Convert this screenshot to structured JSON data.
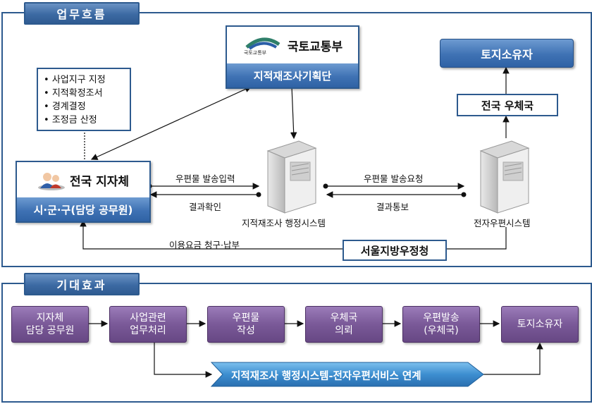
{
  "sections": {
    "workflow_title": "업무흐름",
    "effects_title": "기대효과"
  },
  "ministry": {
    "logo_caption": "국토교통부",
    "name": "국토교통부",
    "unit": "지적재조사기획단"
  },
  "owner_top": "토지소유자",
  "post_office": "전국 우체국",
  "municipality": {
    "name": "전국 지자체",
    "staff": "시·군·구(담당 공무원)"
  },
  "tasks": [
    "사업지구 지정",
    "지적확정조서",
    "경계결정",
    "조정금 산정"
  ],
  "systems": {
    "admin": "지적재조사 행정시스템",
    "epost": "전자우편시스템"
  },
  "flows": {
    "mail_input": "우편물 발송입력",
    "result_check": "결과확인",
    "send_request": "우편물 발송요청",
    "result_notice": "결과통보",
    "fee": "이용요금 청구·납부"
  },
  "regional_post": "서울지방우정청",
  "steps": [
    {
      "line1": "지자체",
      "line2": "담당 공무원"
    },
    {
      "line1": "사업관련",
      "line2": "업무처리"
    },
    {
      "line1": "우편물",
      "line2": "작성"
    },
    {
      "line1": "우체국",
      "line2": "의뢰"
    },
    {
      "line1": "우편발송",
      "line2": "(우체국)"
    },
    {
      "line1": "토지소유자",
      "line2": ""
    }
  ],
  "integration": "지적재조사 행정시스템-전자우편서비스 연계",
  "colors": {
    "frame": "#2d5a8e",
    "blue_box": "#3f72b4",
    "purple_box": "#7a5998",
    "integration_arrow": "#3d8ed0"
  }
}
